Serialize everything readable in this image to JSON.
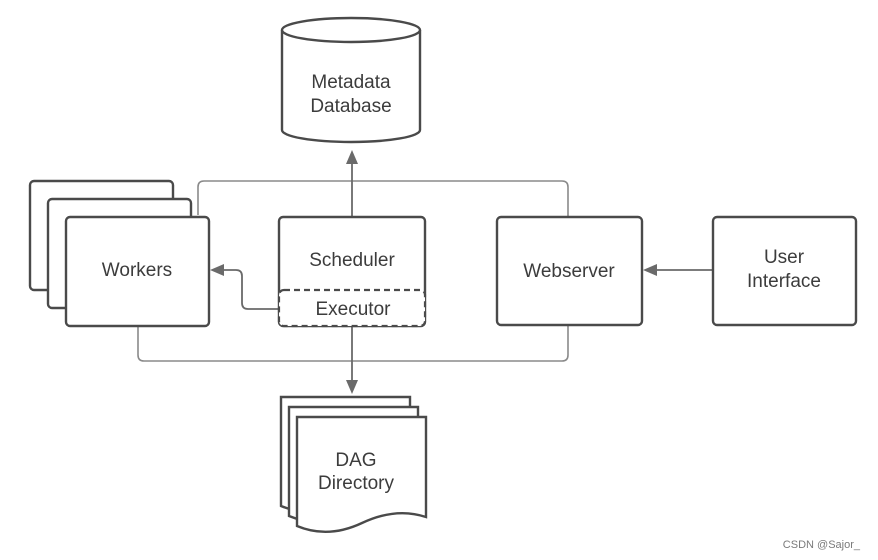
{
  "nodes": {
    "metadata_database": {
      "lines": [
        "Metadata",
        "Database"
      ]
    },
    "workers": {
      "lines": [
        "Workers"
      ]
    },
    "scheduler": {
      "lines": [
        "Scheduler"
      ]
    },
    "executor": {
      "lines": [
        "Executor"
      ]
    },
    "webserver": {
      "lines": [
        "Webserver"
      ]
    },
    "user_interface": {
      "lines": [
        "User",
        "Interface"
      ]
    },
    "dag_directory": {
      "lines": [
        "DAG",
        "Directory"
      ]
    }
  },
  "watermark": "CSDN @Sajor_"
}
